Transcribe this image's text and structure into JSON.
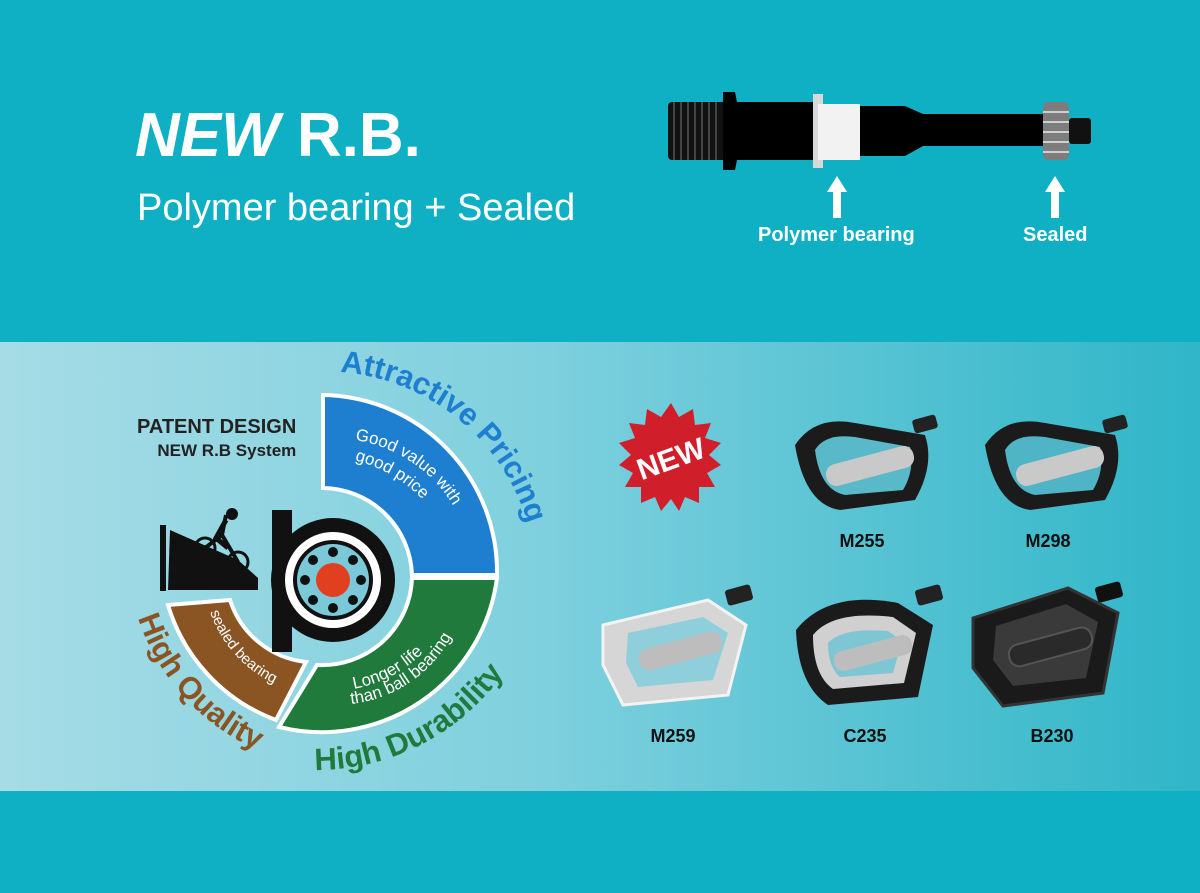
{
  "header": {
    "title_new": "NEW",
    "title_rest": " R.B.",
    "subtitle": "Polymer bearing + Sealed"
  },
  "axle": {
    "label_polymer": "Polymer bearing",
    "label_sealed": "Sealed"
  },
  "patent": {
    "line1": "PATENT DESIGN",
    "line2": "NEW R.B System"
  },
  "wheel": {
    "pricing_title": "Attractive Pricing",
    "pricing_text_1": "Good value with",
    "pricing_text_2": "good price",
    "durability_title": "High Durability",
    "durability_text_1": "Longer life",
    "durability_text_2": "than ball bearing",
    "quality_title": "High Quality",
    "quality_text": "sealed bearing"
  },
  "badge": "NEW",
  "products": [
    {
      "model": "M255"
    },
    {
      "model": "M298"
    },
    {
      "model": "M259"
    },
    {
      "model": "C235"
    },
    {
      "model": "B230"
    }
  ],
  "colors": {
    "teal": "#0fb0c4",
    "pricing_blue": "#1e7fd0",
    "durability_green": "#1f7a3c",
    "quality_brown": "#8a5523",
    "badge_red": "#d01f2a"
  }
}
